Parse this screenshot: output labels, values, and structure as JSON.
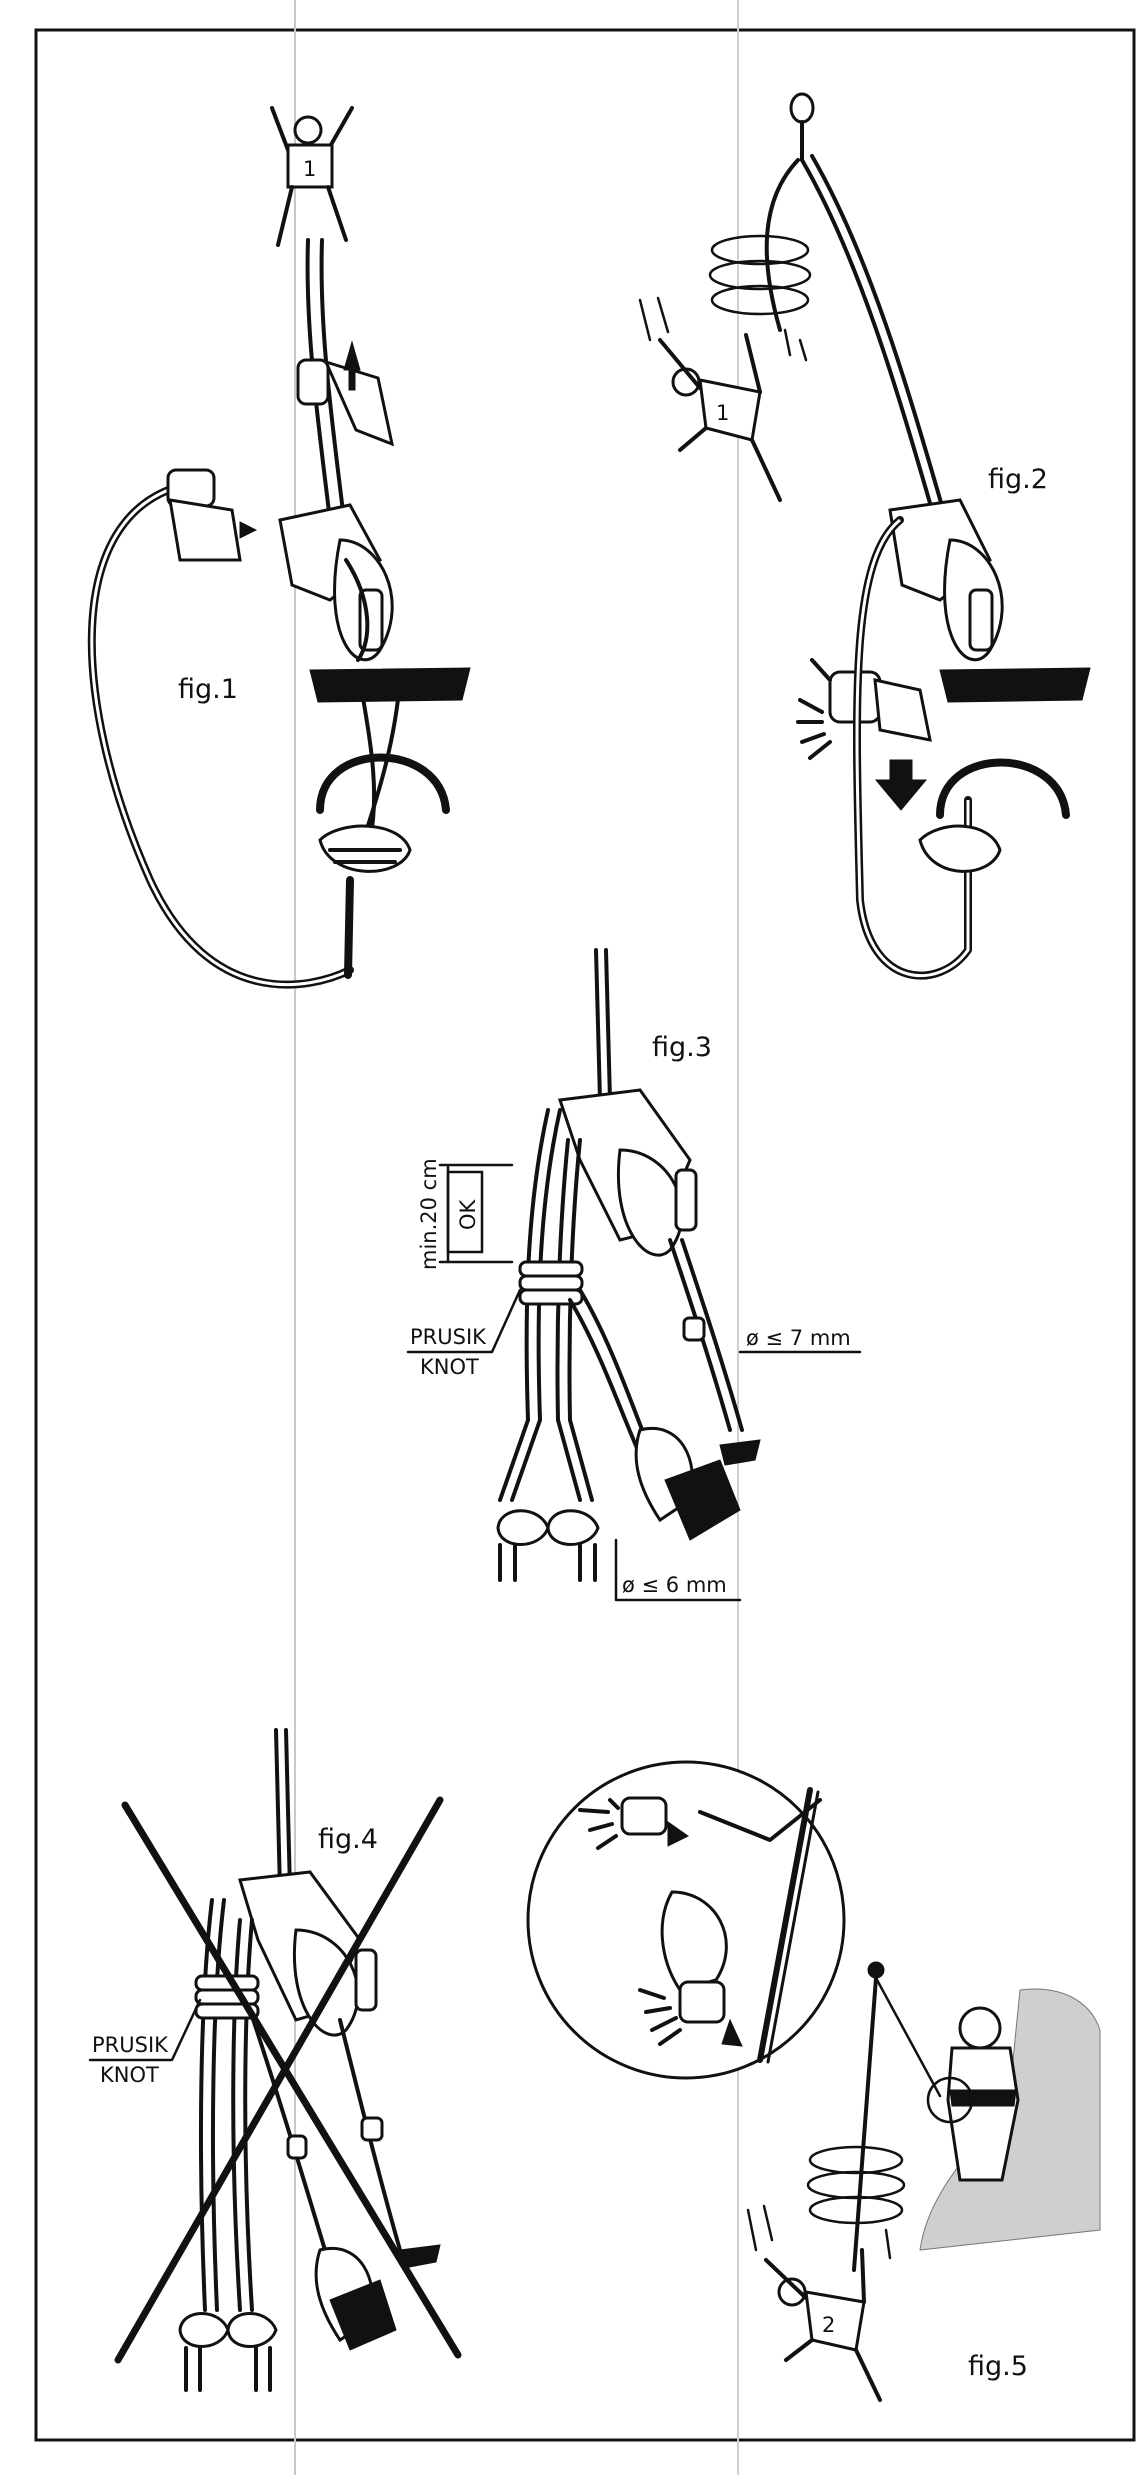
{
  "figures": [
    {
      "id": "fig1",
      "label": "fig.1",
      "climber_number": "1"
    },
    {
      "id": "fig2",
      "label": "fig.2",
      "climber_number": "1"
    },
    {
      "id": "fig3",
      "label": "fig.3",
      "distance_label": "min.20 cm",
      "ok_label": "OK",
      "knot_label_line1": "PRUSIK",
      "knot_label_line2": "KNOT",
      "diameter_upper": "ø ≤ 7 mm",
      "diameter_lower": "ø ≤ 6 mm"
    },
    {
      "id": "fig4",
      "label": "fig.4",
      "knot_label_line1": "PRUSIK",
      "knot_label_line2": "KNOT",
      "crossed_out": true
    },
    {
      "id": "fig5",
      "label": "fig.5",
      "climber_number": "2"
    }
  ]
}
